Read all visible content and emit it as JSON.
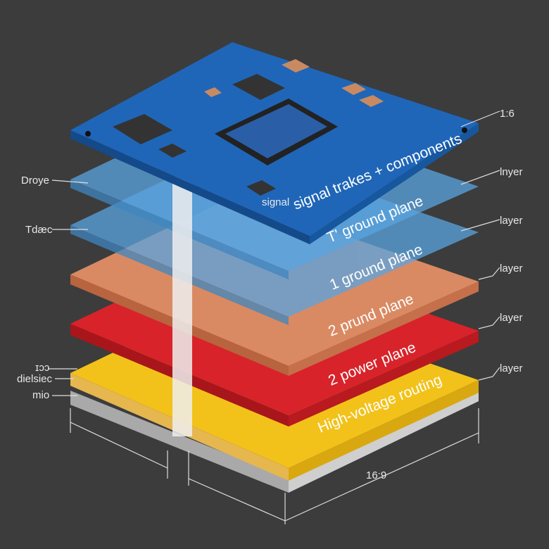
{
  "colors": {
    "background": "#3c3c3c",
    "pcb": "#1f66b8",
    "plane": "#5aa4e0",
    "copper": "#d98a63",
    "power": "#d8232a",
    "routing": "#f2c21a",
    "base": "#bdbdbd"
  },
  "layers": [
    {
      "label": "signal trakes + components"
    },
    {
      "label": "T' ground plane"
    },
    {
      "label": "1  ground plane"
    },
    {
      "label": "2  prund plane"
    },
    {
      "label": "2  power plane"
    },
    {
      "label": "High-voltage routing"
    }
  ],
  "chip_label": "signal",
  "left_labels": [
    "Droye",
    "Tdæc",
    "ɪɔɔ",
    "dielsiec",
    "mio"
  ],
  "right_labels": [
    "1:6",
    "lnyer",
    "layer",
    "layer",
    "layer",
    "layer"
  ],
  "dimension_label": "16:9"
}
